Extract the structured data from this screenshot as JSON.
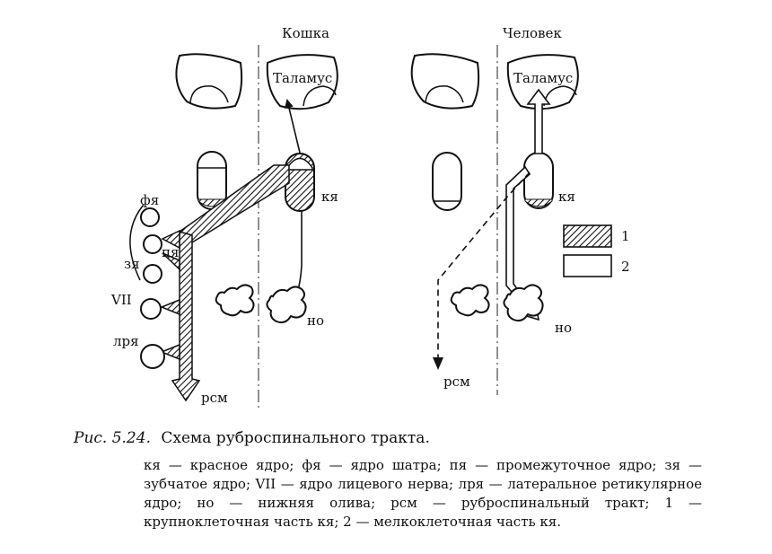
{
  "figure": {
    "species_left": "Кошка",
    "species_right": "Человек",
    "labels": {
      "thalamus_left": "Таламус",
      "thalamus_right": "Таламус",
      "red_nucleus_left": "кя",
      "red_nucleus_right": "кя",
      "fastigial": "фя",
      "interposed": "пя",
      "dentate": "зя",
      "facial": "VII",
      "lateral_reticular": "лря",
      "olive_left": "но",
      "olive_right": "но",
      "rst_left": "рсм",
      "rst_right": "рсм"
    },
    "legend": [
      {
        "key": "1",
        "fill": "hatched"
      },
      {
        "key": "2",
        "fill": "empty"
      }
    ]
  },
  "caption": {
    "figure_number": "Рис. 5.24.",
    "title": "Схема руброспинального тракта.",
    "legend_text": "кя — красное ядро; фя — ядро шатра; пя — промежуточное ядро; зя — зубчатое ядро; VII — ядро лицевого нерва; лря — латеральное ретикулярное ядро; но — нижняя олива; рсм — руброспинальный тракт; 1 — крупноклеточная часть кя; 2 — мелкоклеточная часть кя."
  }
}
